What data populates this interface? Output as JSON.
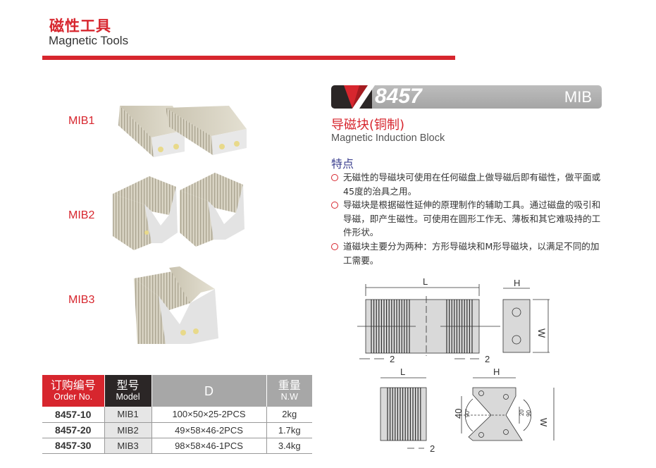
{
  "header": {
    "title_cn": "磁性工具",
    "title_en": "Magnetic Tools"
  },
  "banner": {
    "number": "8457",
    "code": "MIB"
  },
  "product": {
    "name_cn": "导磁块(铜制)",
    "name_en": "Magnetic Induction Block"
  },
  "features": {
    "heading": "特点",
    "items": [
      "无磁性的导磁块可使用在任何磁盘上做导磁后即有磁性，做平面或45度的治具之用。",
      "导磁块是根据磁性延伸的原理制作的辅助工具。通过磁盘的吸引和导磁，即产生磁性。可使用在圆形工作无、薄板和其它难吸持的工件形状。",
      "道磁块主要分为两种：方形导磁块和M形导磁块，以满足不同的加工需要。"
    ]
  },
  "models": [
    "MIB1",
    "MIB2",
    "MIB3"
  ],
  "table": {
    "headers": {
      "order_cn": "订购编号",
      "order_en": "Order No.",
      "model_cn": "型号",
      "model_en": "Model",
      "d": "D",
      "weight_cn": "重量",
      "weight_en": "N.W"
    },
    "rows": [
      {
        "order": "8457-10",
        "model": "MIB1",
        "d": "100×50×25-2PCS",
        "weight": "2kg"
      },
      {
        "order": "8457-20",
        "model": "MIB2",
        "d": "49×58×46-2PCS",
        "weight": "1.7kg"
      },
      {
        "order": "8457-30",
        "model": "MIB3",
        "d": "98×58×46-1PCS",
        "weight": "3.4kg"
      }
    ]
  },
  "drawing": {
    "L": "L",
    "H": "H",
    "W": "W",
    "gap": "2",
    "depth": "40",
    "angle": "90°",
    "angle2": "90",
    "small": "20"
  },
  "colors": {
    "accent": "#d7262e",
    "dark": "#2b2626",
    "gray": "#a7a7a7",
    "heading": "#3b3f8f"
  }
}
